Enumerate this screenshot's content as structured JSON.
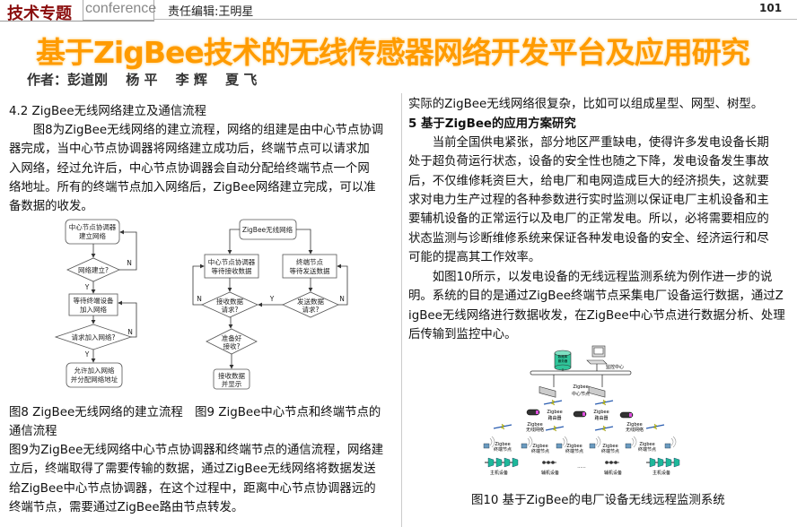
{
  "header": {
    "brand": "技术专题",
    "conference": "conference",
    "editor": "责任编辑:王明星",
    "page_number": "101"
  },
  "article": {
    "title": "基于ZigBee技术的无线传感器网络开发平台及应用研究",
    "authors": "作者：彭道刚　 杨 平　 李 辉　 夏 飞"
  },
  "left_column": {
    "section_heading": "4.2 ZigBee无线网络建立及通信流程",
    "paragraph1_lines": [
      "　　图8为ZigBee无线网络的建立流程，网络的组建是由中心节点协调",
      "器完成，当中心节点协调器将网络建立成功后，终端节点可以请求加",
      "入网络，经过允许后，中心节点协调器会自动分配给终端节点一个网",
      "络地址。所有的终端节点加入网络后，ZigBee网络建立完成，可以准",
      "备数据的收发。"
    ],
    "figure_captions_lines": [
      "图8 ZigBee无线网络的建立流程　图9 ZigBee中心节点和终端节点的",
      "通信流程"
    ],
    "paragraph2_lines": [
      "图9为ZigBee无线网络中心节点协调器和终端节点的通信流程，网络建",
      "立后，终端取得了需要传输的数据，通过ZigBee无线网络将数据发送",
      "给ZigBee中心节点协调器，在这个过程中，距离中心节点协调器远的",
      "终端节点，需要通过ZigBee路由节点转发。"
    ]
  },
  "figure8": {
    "start": [
      "中心节点协调器",
      "建立网络"
    ],
    "decision1": "网络建立?",
    "wait": [
      "等待终端设备",
      "加入网络"
    ],
    "decision2": "请求加入网络?",
    "end": [
      "允许加入网络",
      "并分配网络地址"
    ],
    "yes": "Y",
    "no": "N"
  },
  "figure9": {
    "top": "ZigBee无线网络",
    "coordinator": [
      "中心节点协调器",
      "等待接收数据"
    ],
    "terminal": [
      "终端节点",
      "等待发送数据"
    ],
    "receive_decision": [
      "接收数据",
      "请求?"
    ],
    "send_decision": [
      "发送数据",
      "请求?"
    ],
    "ready_decision": [
      "准备好",
      "接收?"
    ],
    "end": [
      "接收数据",
      "并显示"
    ],
    "yes": "Y",
    "no": "N"
  },
  "right_column": {
    "lines_before": [
      "实际的ZigBee无线网络很复杂，比如可以组成星型、网型、树型。"
    ],
    "section_heading": "5 基于ZigBee的应用方案研究",
    "paragraph1_lines": [
      "　　当前全国供电紧张，部分地区严重缺电，使得许多发电设备长期",
      "处于超负荷运行状态，设备的安全性也随之下降，发电设备发生事故",
      "后，不仅维修耗资巨大，给电厂和电网造成巨大的经济损失，这就要",
      "求对电力生产过程的各种参数进行实时监测以保证电厂主机设备和主",
      "要辅机设备的正常运行以及电厂的正常发电。所以，必将需要相应的",
      "状态监测与诊断维修系统来保证各种发电设备的安全、经济运行和尽",
      "可能的提高其工作效率。"
    ],
    "paragraph2_lines": [
      "　　如图10所示，以发电设备的无线远程监测系统为例作进一步的说",
      "明。系统的目的是通过ZigBee终端节点采集电厂设备运行数据，通过Z",
      "igBee无线网络进行数据收发，在ZigBee中心节点进行数据分析、处理",
      "后传输到监控中心。"
    ],
    "figure10_caption": "图10 基于ZigBee的电厂设备无线远程监测系统"
  },
  "figure10": {
    "database": [
      "数据库",
      "服务器"
    ],
    "monitor_center": "监控中心",
    "center_node": [
      "Zigbee",
      "中心节点"
    ],
    "router": [
      "Zigbee",
      "路由器"
    ],
    "wireless": [
      "Zigbee",
      "无线网络"
    ],
    "terminal": [
      "Zigbee",
      "终端节点"
    ],
    "main_device": "主机设备",
    "aux_device": "辅机设备",
    "ellipsis": "......",
    "colors": {
      "device": "#1fb89a",
      "cylinder": "#2fc59a",
      "lightning": "#e8e000",
      "link": "#2a5db0"
    }
  }
}
